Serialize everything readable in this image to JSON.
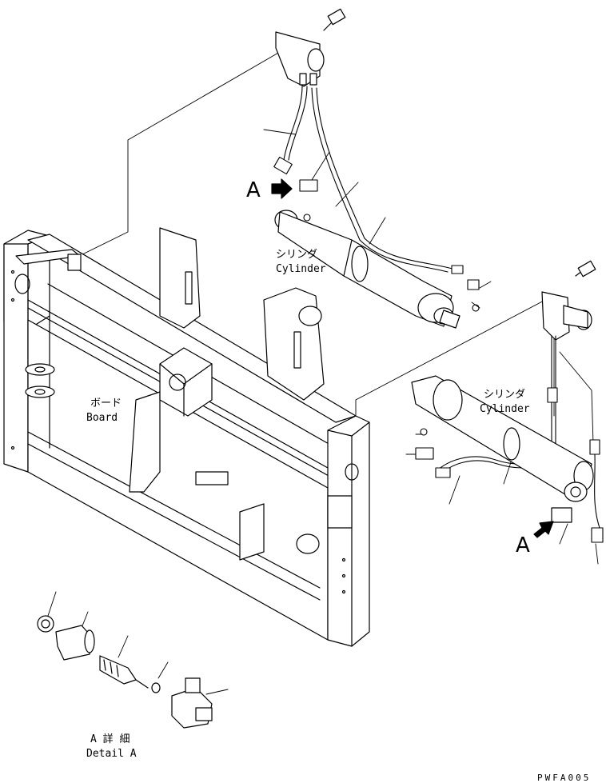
{
  "labels": {
    "cylinder_top_jp": "シリンダ",
    "cylinder_top_en": "Cylinder",
    "cylinder_right_jp": "シリンダ",
    "cylinder_right_en": "Cylinder",
    "board_jp": "ボード",
    "board_en": "Board",
    "detail_jp": "A 詳 細",
    "detail_en": "Detail A",
    "view_marker_top": "A",
    "view_marker_right": "A",
    "drawing_code": "PWFA005"
  },
  "colors": {
    "ink": "#000000",
    "paper": "#ffffff"
  }
}
